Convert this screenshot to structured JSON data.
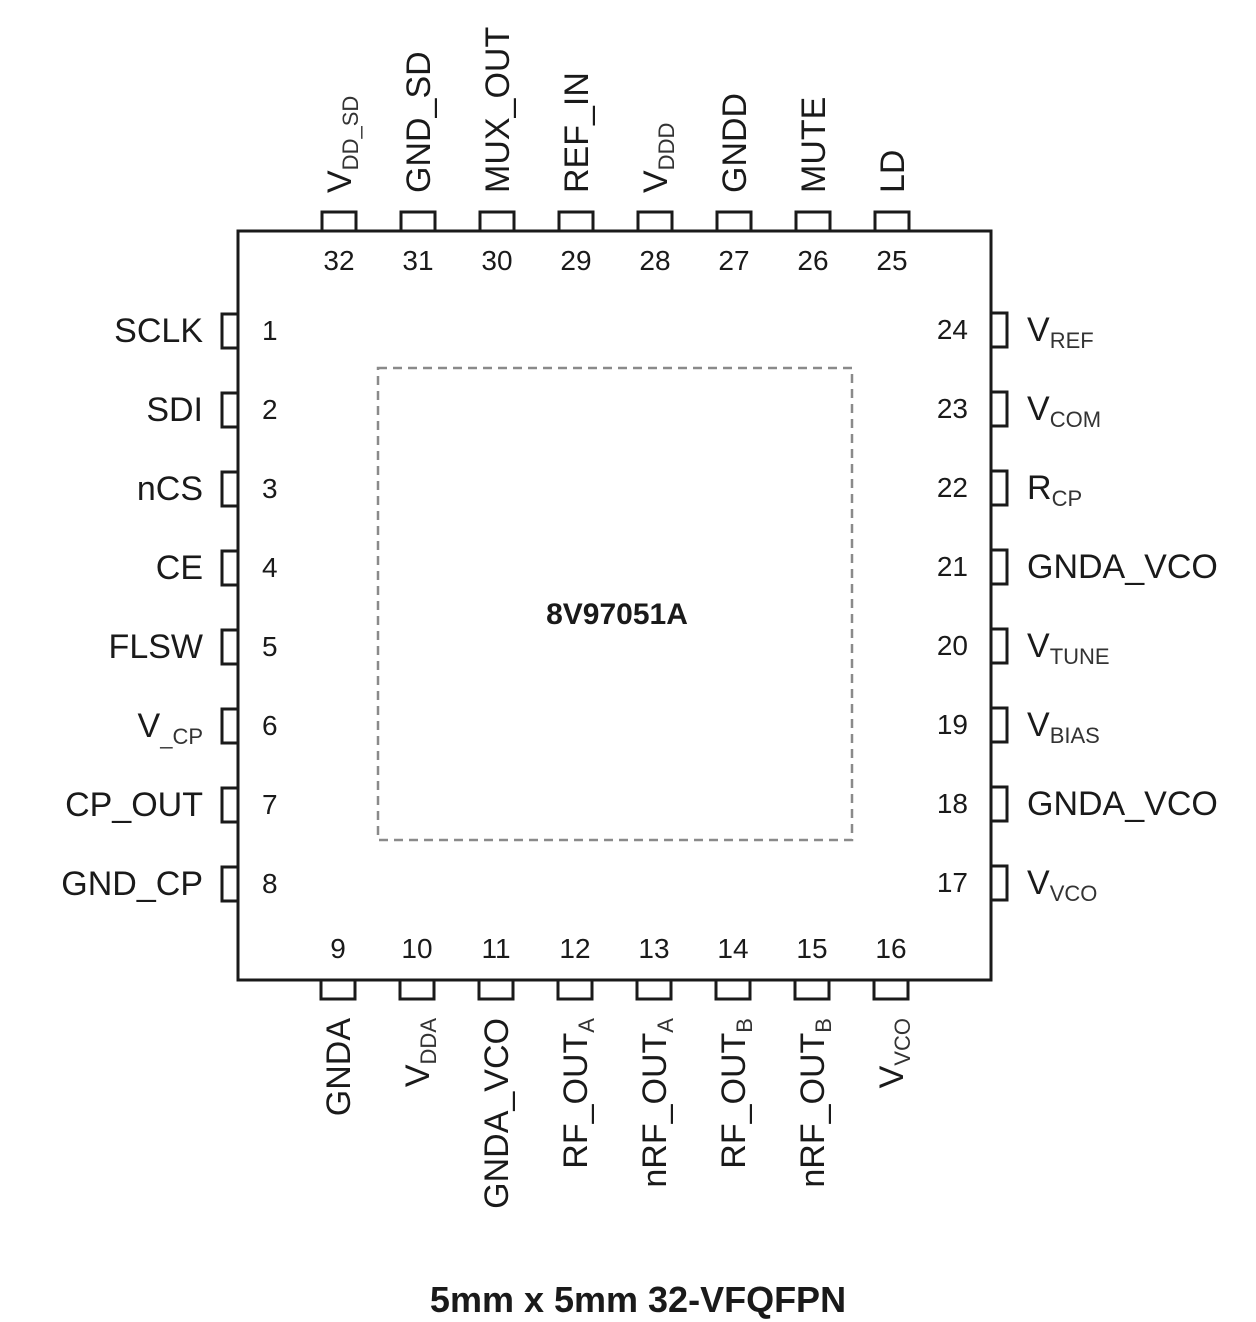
{
  "chip": {
    "part_number": "8V97051A",
    "package_caption": "5mm x 5mm 32-VFQFPN"
  },
  "colors": {
    "outline": "#1a1a1a",
    "exposed_pad": "#8a8a8a",
    "text": "#1a1a1a"
  },
  "pins": {
    "left": [
      {
        "number": "1",
        "name": "SCLK",
        "sub": ""
      },
      {
        "number": "2",
        "name": "SDI",
        "sub": ""
      },
      {
        "number": "3",
        "name": "nCS",
        "sub": ""
      },
      {
        "number": "4",
        "name": "CE",
        "sub": ""
      },
      {
        "number": "5",
        "name": "FLSW",
        "sub": ""
      },
      {
        "number": "6",
        "name": "V",
        "sub": "_CP"
      },
      {
        "number": "7",
        "name": "CP_OUT",
        "sub": ""
      },
      {
        "number": "8",
        "name": "GND_CP",
        "sub": ""
      }
    ],
    "bottom": [
      {
        "number": "9",
        "name": "GNDA",
        "sub": ""
      },
      {
        "number": "10",
        "name": "V",
        "sub": "DDA"
      },
      {
        "number": "11",
        "name": "GNDA_VCO",
        "sub": ""
      },
      {
        "number": "12",
        "name": "RF_OUT",
        "sub": "A"
      },
      {
        "number": "13",
        "name": "nRF_OUT",
        "sub": "A"
      },
      {
        "number": "14",
        "name": "RF_OUT",
        "sub": "B"
      },
      {
        "number": "15",
        "name": "nRF_OUT",
        "sub": "B"
      },
      {
        "number": "16",
        "name": "V",
        "sub": "VCO"
      }
    ],
    "right": [
      {
        "number": "17",
        "name": "V",
        "sub": "VCO"
      },
      {
        "number": "18",
        "name": "GNDA_VCO",
        "sub": ""
      },
      {
        "number": "19",
        "name": "V",
        "sub": "BIAS"
      },
      {
        "number": "20",
        "name": "V",
        "sub": "TUNE"
      },
      {
        "number": "21",
        "name": "GNDA_VCO",
        "sub": ""
      },
      {
        "number": "22",
        "name": "R",
        "sub": "CP"
      },
      {
        "number": "23",
        "name": "V",
        "sub": "COM"
      },
      {
        "number": "24",
        "name": "V",
        "sub": "REF"
      }
    ],
    "top": [
      {
        "number": "25",
        "name": "LD",
        "sub": ""
      },
      {
        "number": "26",
        "name": "MUTE",
        "sub": ""
      },
      {
        "number": "27",
        "name": "GNDD",
        "sub": ""
      },
      {
        "number": "28",
        "name": "V",
        "sub": "DDD"
      },
      {
        "number": "29",
        "name": "REF_IN",
        "sub": ""
      },
      {
        "number": "30",
        "name": "MUX_OUT",
        "sub": ""
      },
      {
        "number": "31",
        "name": "GND_SD",
        "sub": ""
      },
      {
        "number": "32",
        "name": "V",
        "sub": "DD_SD"
      }
    ]
  }
}
